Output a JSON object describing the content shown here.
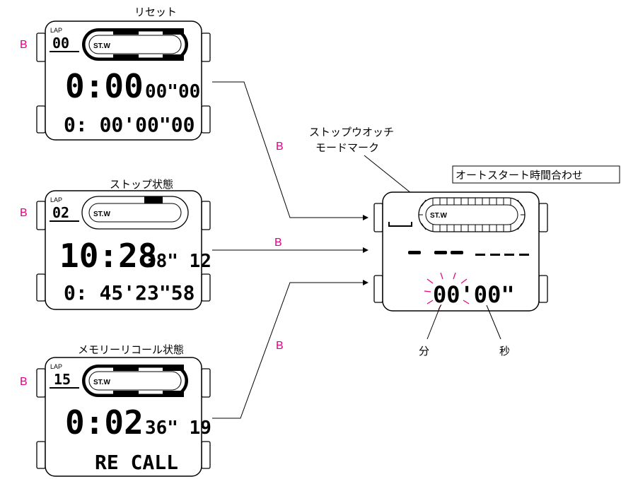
{
  "panels": [
    {
      "title": "リセット",
      "lap_label": "LAP",
      "lap_value": "00",
      "mode": "ST.W",
      "main_big": "0:00",
      "main_small": "00\"00",
      "lower": "0: 00'00\"00"
    },
    {
      "title": "ストップ状態",
      "lap_label": "LAP",
      "lap_value": "02",
      "mode": "ST.W",
      "main_big": "10:28",
      "main_small": "38\" 12",
      "lower": "0: 45'23\"58"
    },
    {
      "title": "メモリーリコール状態",
      "lap_label": "LAP",
      "lap_value": "15",
      "mode": "ST.W",
      "main_big": "0:02",
      "main_small": "36\" 19",
      "lower": "RE CALL"
    }
  ],
  "button_label": "B",
  "arrow_labels": [
    "B",
    "B",
    "B"
  ],
  "right_panel": {
    "mode": "ST.W",
    "mode_mark_label_line1": "ストップウオッチ",
    "mode_mark_label_line2": "モードマーク",
    "box_title": "オートスタート時間合わせ",
    "time_value": "00'00\"",
    "minute_label": "分",
    "second_label": "秒"
  }
}
